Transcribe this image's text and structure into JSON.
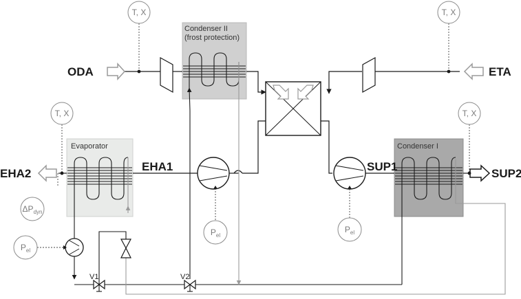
{
  "streams": {
    "oda": "ODA",
    "eta": "ETA",
    "eha1": "EHA1",
    "eha2": "EHA2",
    "sup1": "SUP1",
    "sup2": "SUP2"
  },
  "components": {
    "condenser2_line1": "Condenser II",
    "condenser2_line2": "(frost protection)",
    "evaporator": "Evaporator",
    "condenser1": "Condenser I"
  },
  "sensors": {
    "tx": "T, X",
    "pel_main": "P",
    "pel_sub": "el",
    "dp_main": "ΔP",
    "dp_sub": "dyn"
  },
  "valves": {
    "v1": "V1",
    "v2": "V2"
  },
  "colors": {
    "line": "#1a1a1a",
    "gray_line": "#9a9a9a",
    "condenser2_fill": "#d0d0d0",
    "evaporator_fill": "#e9ebe9",
    "condenser1_fill": "#a9a9a9",
    "sensor_stroke": "#8a8a8a"
  }
}
